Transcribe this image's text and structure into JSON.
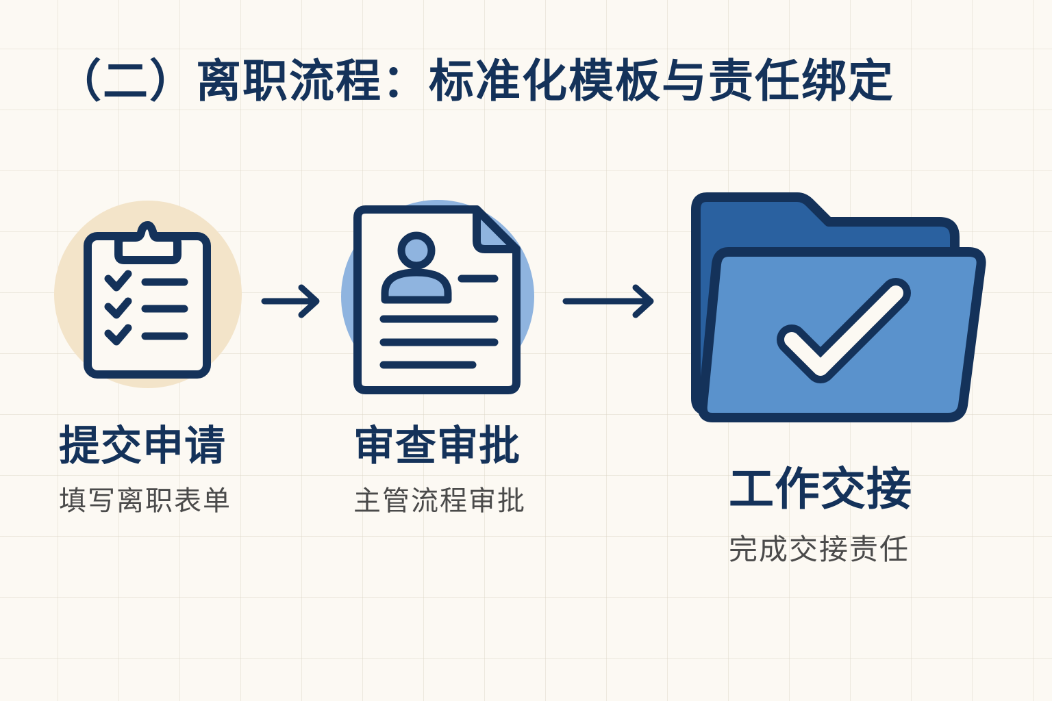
{
  "title": "（二）离职流程：标准化模板与责任绑定",
  "colors": {
    "background": "#fcf9f3",
    "grid": "#e6ddcf",
    "navy": "#14325a",
    "text_gray": "#4a4a4a",
    "step1_circle": "#f3e4c9",
    "step2_circle": "#8fb4df",
    "folder_back": "#2a61a0",
    "folder_front": "#5a92cc",
    "accent_light_blue": "#8fb4df"
  },
  "steps": [
    {
      "title": "提交申请",
      "desc": "填写离职表单",
      "icon": "clipboard-checklist-icon"
    },
    {
      "title": "审查审批",
      "desc": "主管流程审批",
      "icon": "profile-document-icon"
    },
    {
      "title": "工作交接",
      "desc": "完成交接责任",
      "icon": "folder-check-icon"
    }
  ],
  "connectors": [
    {
      "icon": "arrow-right-icon",
      "from": "提交申请",
      "to": "审查审批"
    },
    {
      "icon": "arrow-right-icon",
      "from": "审查审批",
      "to": "工作交接"
    }
  ]
}
